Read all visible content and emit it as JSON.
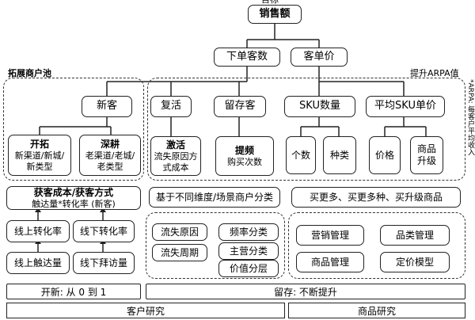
{
  "diagram": {
    "top_cut_text": "目标",
    "root": "销售额",
    "level1": {
      "orders": "下单客数",
      "avg_price": "客单价"
    },
    "left_group_label": "拓展商户池",
    "right_group_label": "提升ARPA值",
    "side_label": "*ARPA: 每客户平均收入",
    "new_customer": "新客",
    "explore": {
      "title": "开拓",
      "desc": "新渠道/新城/新类型"
    },
    "deepen": {
      "title": "深耕",
      "desc": "老渠道/老城/老类型"
    },
    "reactivate": "复活",
    "activate": {
      "title": "激活",
      "desc": "流失原因方式成本"
    },
    "retain": "留存客",
    "frequency": {
      "title": "提频",
      "desc": "购买次数"
    },
    "sku_count": "SKU数量",
    "count": "个数",
    "category": "种类",
    "avg_sku_price": "平均SKU单价",
    "price": "价格",
    "upgrade": "商品升级",
    "acq": {
      "title": "获客成本/获客方式",
      "formula": "触达量*转化率 (新客)"
    },
    "metrics": {
      "online_conv": "线上转化率",
      "offline_conv": "线下转化率",
      "online_reach": "线上触达量",
      "offline_visits": "线下拜访量"
    },
    "classify": "基于不同维度/场景商户分类",
    "churn_reason": "流失原因",
    "churn_cycle": "流失周期",
    "freq_class": "频率分类",
    "main_biz": "主营分类",
    "value_tier": "价值分层",
    "buy_more": "买更多、买更多种、买升级商品",
    "marketing": "营销管理",
    "category_mgmt": "品类管理",
    "product_mgmt": "商品管理",
    "pricing": "定价模型",
    "bar_new": "开新:  从 0 到 1",
    "bar_retain": "留存:  不断提升",
    "bar_customer": "客户研究",
    "bar_product": "商品研究"
  }
}
